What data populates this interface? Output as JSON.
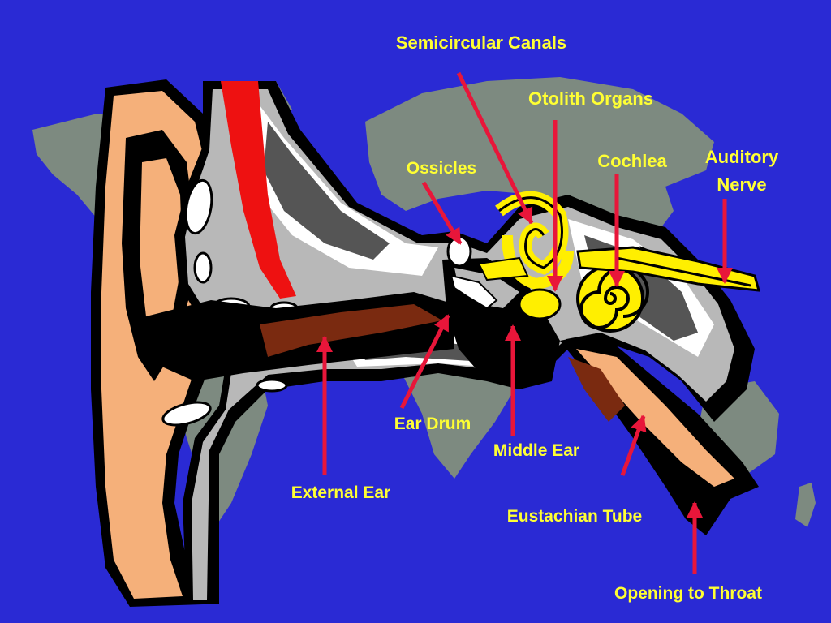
{
  "diagram": {
    "colors": {
      "background": "#2a2ad4",
      "label": "#ffff33",
      "arrow": "#e8163a",
      "map": "#7d8a80",
      "skin": "#f5b07a",
      "bone": "#b8b8b8",
      "inner_ear": "#ffef00"
    },
    "labels": {
      "semicircular_canals": "Semicircular Canals",
      "otolith_organs": "Otolith Organs",
      "ossicles": "Ossicles",
      "cochlea": "Cochlea",
      "auditory_nerve_line1": "Auditory",
      "auditory_nerve_line2": "Nerve",
      "ear_drum": "Ear Drum",
      "middle_ear": "Middle Ear",
      "external_ear": "External Ear",
      "eustachian_tube": "Eustachian Tube",
      "opening_to_throat": "Opening to Throat"
    }
  }
}
